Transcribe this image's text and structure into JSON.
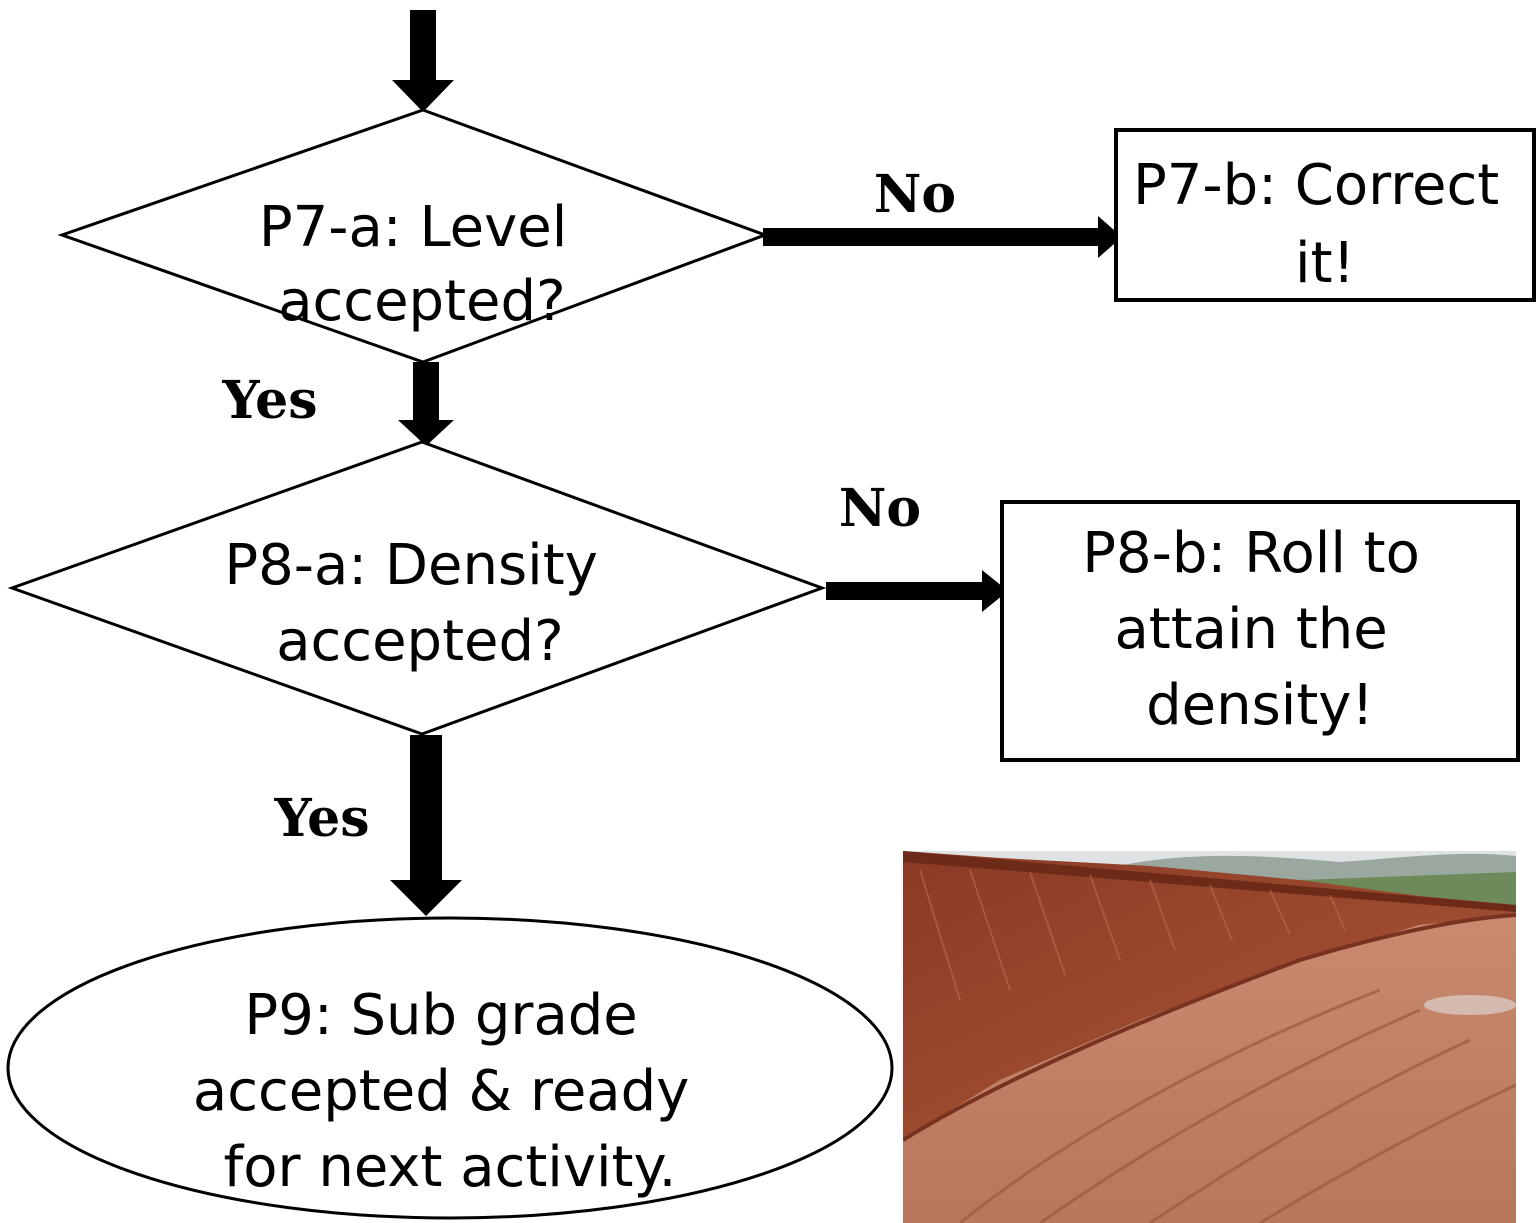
{
  "nodes": {
    "p7a": {
      "lines": [
        "P7-a: Level",
        "accepted?"
      ]
    },
    "p7b": {
      "lines": [
        "P7-b: Correct",
        "it!"
      ]
    },
    "p8a": {
      "lines": [
        "P8-a: Density",
        "accepted?"
      ]
    },
    "p8b": {
      "lines": [
        "P8-b: Roll to",
        "attain the",
        "density!"
      ]
    },
    "p9": {
      "lines": [
        "P9: Sub grade",
        "accepted & ready",
        "for next activity."
      ]
    }
  },
  "edges": {
    "p7a_no": "No",
    "p7a_yes": "Yes",
    "p8a_no": "No",
    "p8a_yes": "Yes"
  },
  "colors": {
    "stroke": "#000000",
    "background": "#ffffff"
  }
}
